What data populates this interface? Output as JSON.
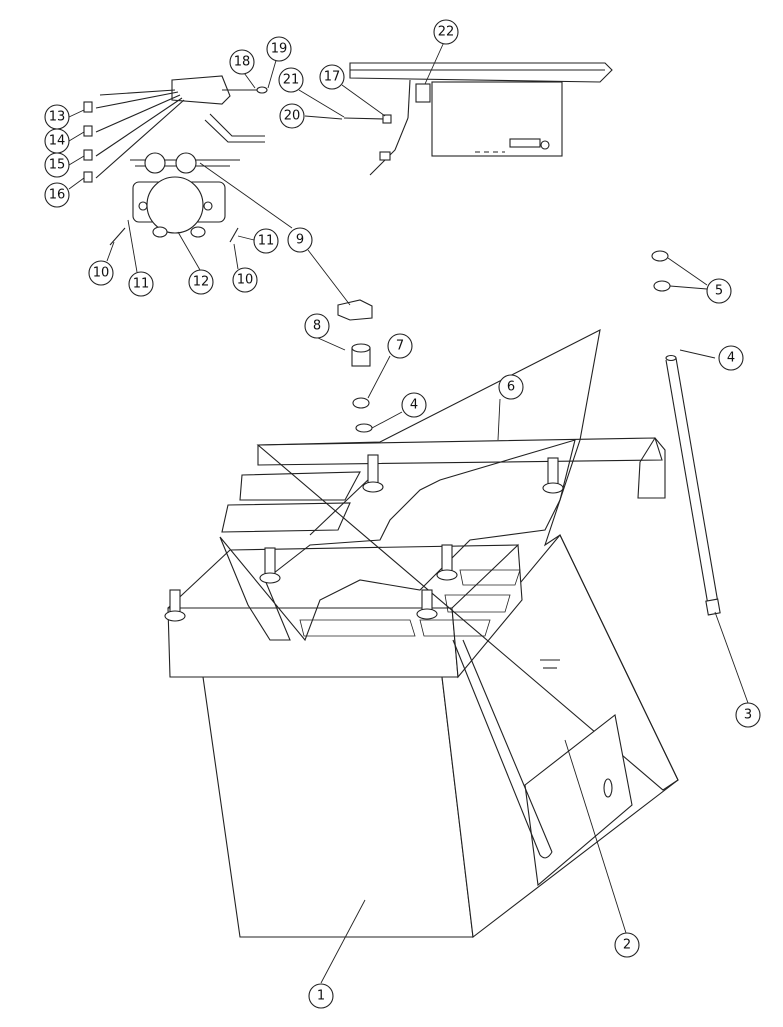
{
  "callouts": [
    "1",
    "2",
    "3",
    "4",
    "4",
    "5",
    "6",
    "7",
    "8",
    "9",
    "10",
    "10",
    "11",
    "11",
    "12",
    "13",
    "14",
    "15",
    "16",
    "17",
    "18",
    "19",
    "20",
    "21",
    "22"
  ]
}
